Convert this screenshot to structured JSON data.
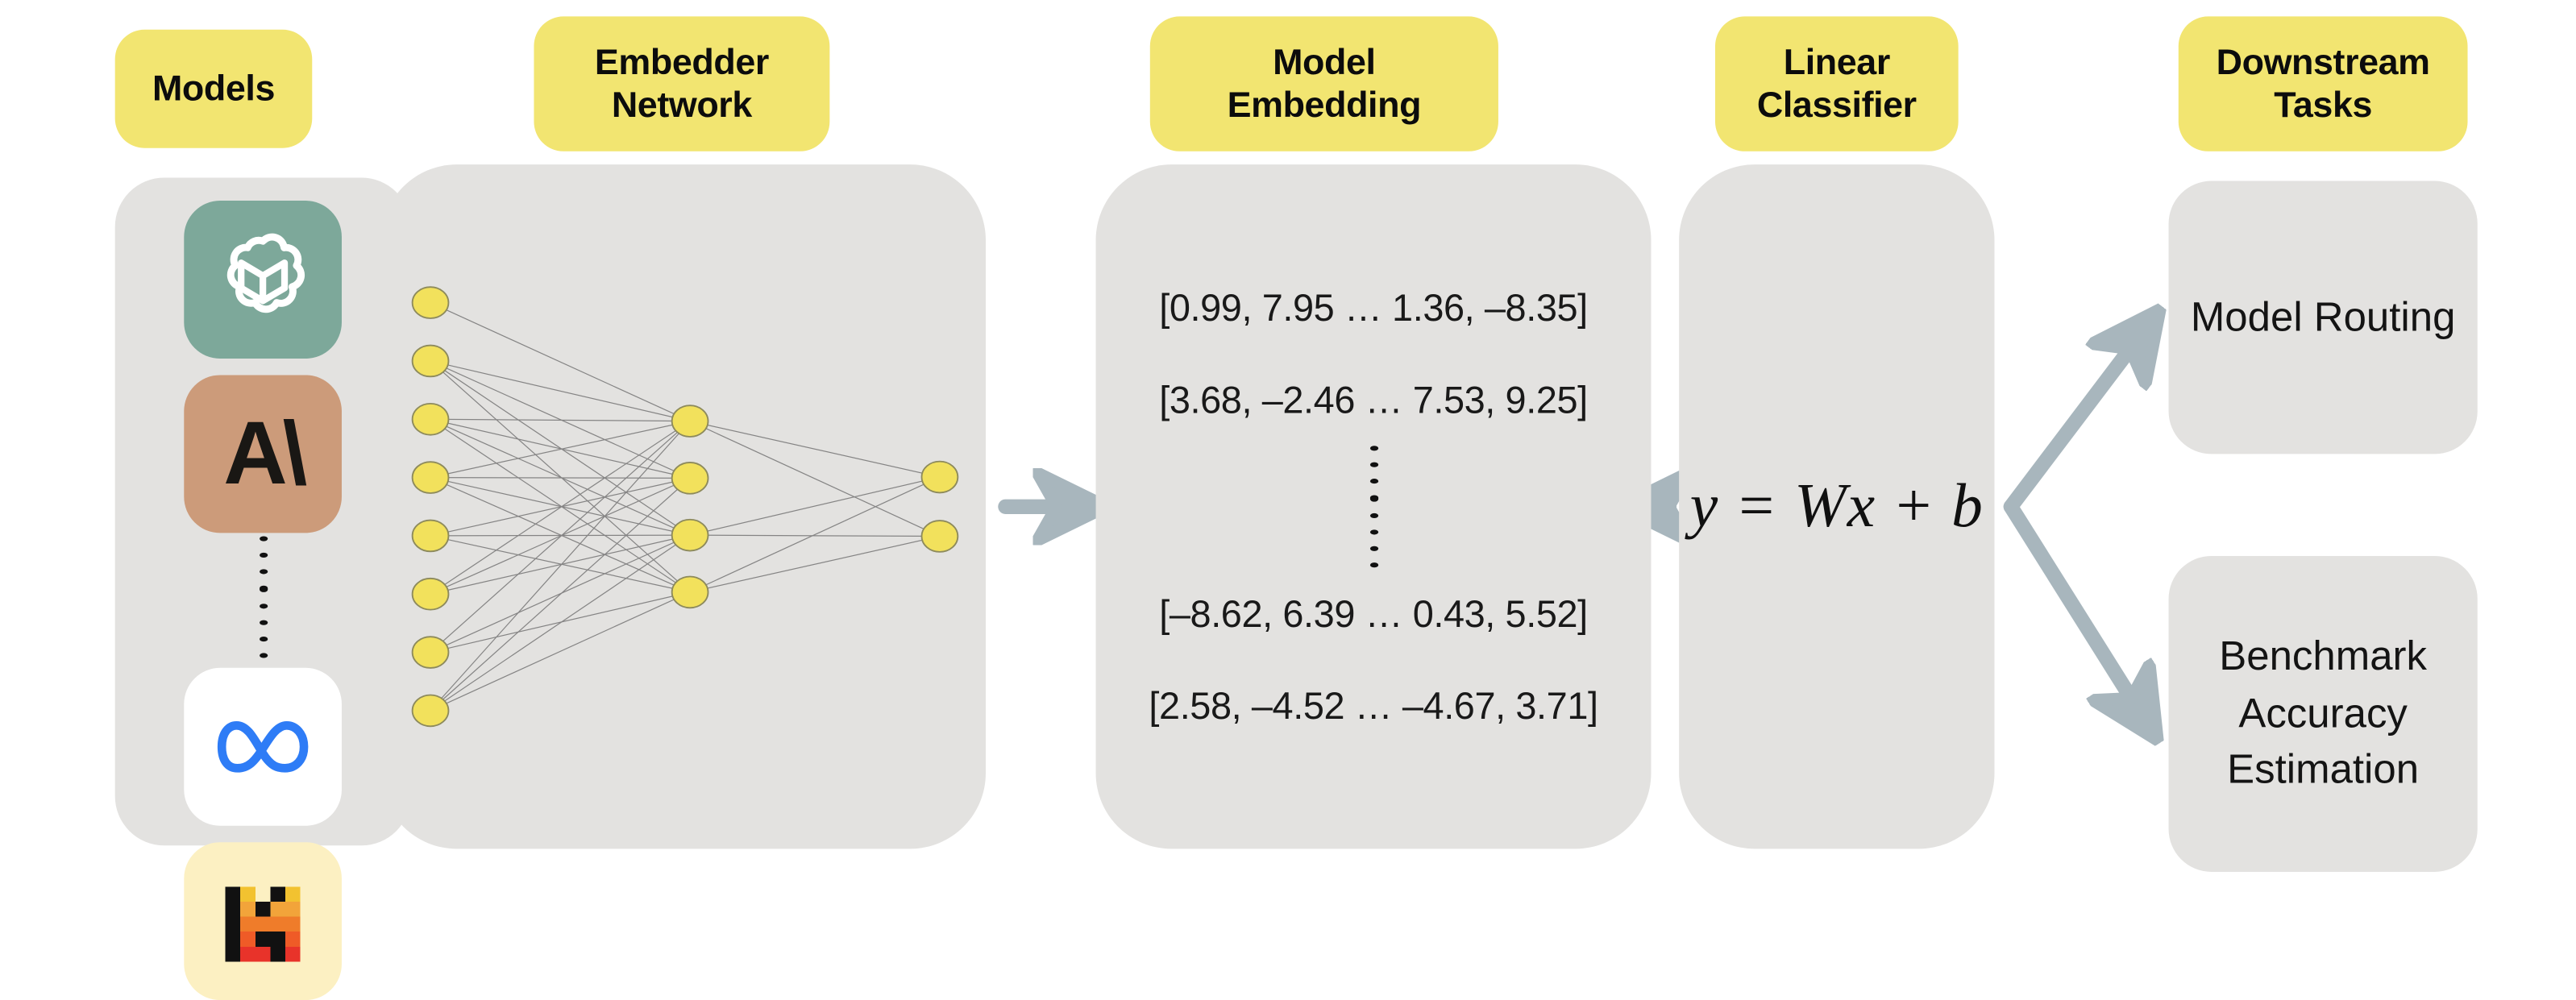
{
  "diagram": {
    "title_labels": {
      "models": "Models",
      "embedder_network": "Embedder\nNetwork",
      "model_embedding": "Model\nEmbedding",
      "linear_classifier": "Linear\nClassifier",
      "downstream_tasks": "Downstream\nTasks"
    },
    "colors": {
      "label_pill": "#f2e571",
      "panel": "#e3e2e0",
      "arrow": "#a8b6bd",
      "node_fill": "#f2e15c",
      "node_stroke": "#8d8a5c",
      "edge": "#7a7a7a",
      "openai_tile": "#7da89a",
      "anthropic_tile": "#cc9b7a",
      "meta_tile": "#ffffff",
      "meta_mark": "#2e7cf6",
      "mistral_tile": "#fcf0c2",
      "text": "#141414"
    },
    "models": {
      "logos": [
        {
          "name": "openai-logo",
          "label": "OpenAI",
          "tile_color": "#7da89a"
        },
        {
          "name": "anthropic-logo",
          "label": "Anthropic",
          "glyph": "A\\",
          "tile_color": "#cc9b7a"
        },
        {
          "name": "ellipsis",
          "label": "⋮"
        },
        {
          "name": "meta-logo",
          "label": "Meta",
          "tile_color": "#ffffff"
        },
        {
          "name": "mistral-logo",
          "label": "Mistral AI",
          "tile_color": "#fcf0c2"
        }
      ]
    },
    "network": {
      "input_nodes": 8,
      "hidden_nodes": 4,
      "output_nodes": 2
    },
    "embedding": {
      "vectors_top": [
        "[0.99, 7.95 … 1.36, –8.35]",
        "[3.68, –2.46 … 7.53, 9.25]"
      ],
      "ellipsis": "⋮",
      "vectors_bottom": [
        "[–8.62, 6.39 … 0.43, 5.52]",
        "[2.58, –4.52 … –4.67, 3.71]"
      ]
    },
    "classifier": {
      "equation": "y = Wx + b"
    },
    "downstream": {
      "tasks": [
        {
          "name": "model-routing",
          "label": "Model Routing"
        },
        {
          "name": "benchmark-accuracy-estimation",
          "label": "Benchmark\nAccuracy\nEstimation"
        }
      ]
    },
    "arrows": [
      {
        "name": "arrow-models-to-network",
        "from": "models",
        "to": "embedder-network"
      },
      {
        "name": "arrow-network-to-embedding",
        "from": "embedder-network",
        "to": "model-embedding"
      },
      {
        "name": "arrow-embedding-to-classifier",
        "from": "model-embedding",
        "to": "linear-classifier"
      },
      {
        "name": "arrow-classifier-to-routing",
        "from": "linear-classifier",
        "to": "model-routing"
      },
      {
        "name": "arrow-classifier-to-benchmark",
        "from": "linear-classifier",
        "to": "benchmark-accuracy-estimation"
      }
    ]
  }
}
